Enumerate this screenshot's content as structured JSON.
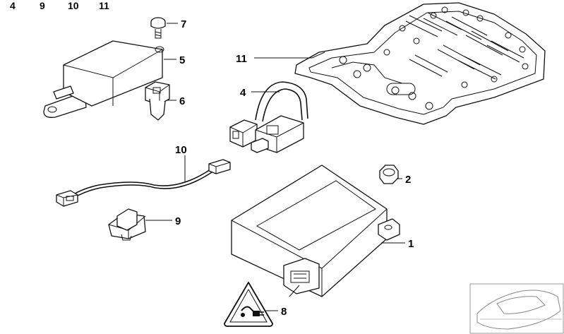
{
  "header_numbers": [
    "4",
    "9",
    "10",
    "11"
  ],
  "callouts": {
    "p1": "1",
    "p2": "2",
    "p4": "4",
    "p5": "5",
    "p6": "6",
    "p7": "7",
    "p8": "8",
    "p9": "9",
    "p10": "10",
    "p11": "11"
  }
}
